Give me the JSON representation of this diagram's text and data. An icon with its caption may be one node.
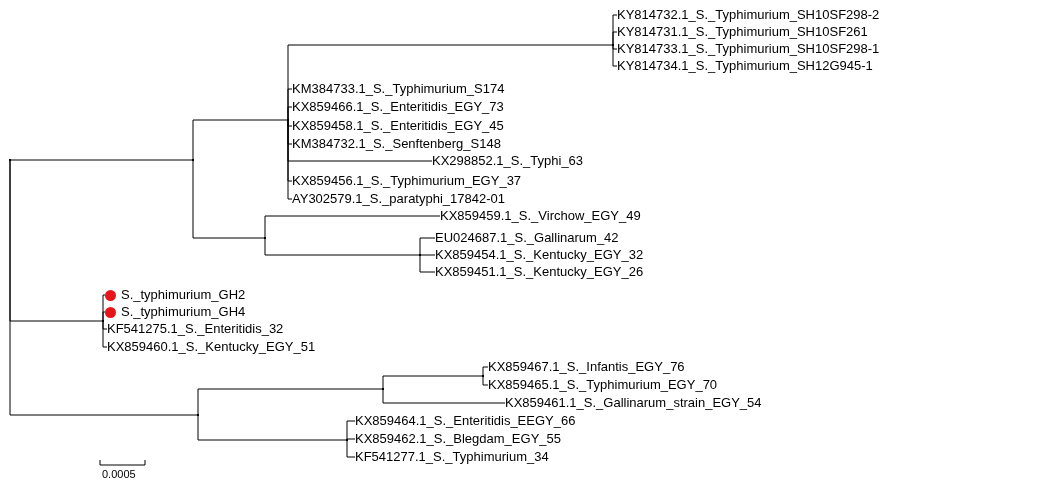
{
  "diagram": {
    "nodes": [
      {
        "text": [],
        "shape": "point"
      },
      {
        "text": [],
        "shape": "point"
      },
      {
        "text": [],
        "shape": "point"
      },
      {
        "text": [],
        "shape": "point"
      },
      {
        "text": [
          "KY814732.1_S._Typhimurium_SH10SF298-2"
        ]
      },
      {
        "text": [
          "KY814731.1_S._Typhimurium_SH10SF261"
        ]
      },
      {
        "text": [
          "KY814733.1_S._Typhimurium_SH10SF298-1"
        ]
      },
      {
        "text": [
          "KY814734.1_S._Typhimurium_SH12G945-1"
        ]
      },
      {
        "text": [
          "KM384733.1_S._Typhimurium_S174"
        ]
      },
      {
        "text": [
          "KX859466.1_S._Enteritidis_EGY_73"
        ]
      },
      {
        "text": [
          "KX859458.1_S._Enteritidis_EGY_45"
        ]
      },
      {
        "text": [
          "KM384732.1_S._Senftenberg_S148"
        ]
      },
      {
        "text": [
          "KX298852.1_S._Typhi_63"
        ]
      },
      {
        "text": [
          "KX859456.1_S._Typhimurium_EGY_37"
        ]
      },
      {
        "text": [
          "AY302579.1_S._paratyphi_17842-01"
        ]
      },
      {
        "text": [],
        "shape": "point"
      },
      {
        "text": [
          "KX859459.1_S._Virchow_EGY_49"
        ]
      },
      {
        "text": [],
        "shape": "point"
      },
      {
        "text": [
          "EU024687.1_S._Gallinarum_42"
        ]
      },
      {
        "text": [
          "KX859454.1_S._Kentucky_EGY_32"
        ]
      },
      {
        "text": [
          "KX859451.1_S._Kentucky_EGY_26"
        ]
      },
      {
        "text": [],
        "shape": "point"
      },
      {
        "text": [
          "S._typhimurium_GH2"
        ]
      },
      {
        "text": [
          "S._typhimurium_GH4"
        ]
      },
      {
        "text": [
          "KF541275.1_S._Enteritidis_32"
        ]
      },
      {
        "text": [
          "KX859460.1_S._Kentucky_EGY_51"
        ]
      },
      {
        "text": [],
        "shape": "point"
      },
      {
        "text": [],
        "shape": "point"
      },
      {
        "text": [],
        "shape": "point"
      },
      {
        "text": [
          "KX859467.1_S._Infantis_EGY_76"
        ]
      },
      {
        "text": [
          "KX859465.1_S._Typhimurium_EGY_70"
        ]
      },
      {
        "text": [
          "KX859461.1_S._Gallinarum_strain_EGY_54"
        ]
      },
      {
        "text": [],
        "shape": "point"
      },
      {
        "text": [
          "KX859464.1_S._Enteritidis_EEGY_66"
        ]
      },
      {
        "text": [
          "KX859462.1_S._Blegdam_EGY_55"
        ]
      },
      {
        "text": [
          "KF541277.1_S._Typhimurium_34"
        ]
      }
    ],
    "edges": [
      {
        "from": 0,
        "to": 1,
        "arrow": "none"
      },
      {
        "from": 0,
        "to": 21,
        "arrow": "none"
      },
      {
        "from": 1,
        "to": 2,
        "arrow": "none"
      },
      {
        "from": 1,
        "to": 15,
        "arrow": "none"
      },
      {
        "from": 2,
        "to": 3,
        "arrow": "none"
      },
      {
        "from": 3,
        "to": 4,
        "arrow": "none"
      },
      {
        "from": 3,
        "to": 5,
        "arrow": "none"
      },
      {
        "from": 3,
        "to": 6,
        "arrow": "none"
      },
      {
        "from": 3,
        "to": 7,
        "arrow": "none"
      },
      {
        "from": 2,
        "to": 8,
        "arrow": "none"
      },
      {
        "from": 2,
        "to": 9,
        "arrow": "none"
      },
      {
        "from": 2,
        "to": 10,
        "arrow": "none"
      },
      {
        "from": 2,
        "to": 11,
        "arrow": "none"
      },
      {
        "from": 2,
        "to": 12,
        "arrow": "none"
      },
      {
        "from": 2,
        "to": 13,
        "arrow": "none"
      },
      {
        "from": 2,
        "to": 14,
        "arrow": "none"
      },
      {
        "from": 15,
        "to": 16,
        "arrow": "none"
      },
      {
        "from": 15,
        "to": 17,
        "arrow": "none"
      },
      {
        "from": 17,
        "to": 18,
        "arrow": "none"
      },
      {
        "from": 17,
        "to": 19,
        "arrow": "none"
      },
      {
        "from": 17,
        "to": 20,
        "arrow": "none"
      },
      {
        "from": 21,
        "to": 22,
        "arrow": "none"
      },
      {
        "from": 21,
        "to": 23,
        "arrow": "none"
      },
      {
        "from": 21,
        "to": 24,
        "arrow": "none"
      },
      {
        "from": 21,
        "to": 25,
        "arrow": "none"
      },
      {
        "from": 0,
        "to": 26,
        "arrow": "none"
      },
      {
        "from": 26,
        "to": 27,
        "arrow": "none"
      },
      {
        "from": 26,
        "to": 32,
        "arrow": "none"
      },
      {
        "from": 27,
        "to": 28,
        "arrow": "none"
      },
      {
        "from": 27,
        "to": 31,
        "arrow": "none"
      },
      {
        "from": 28,
        "to": 29,
        "arrow": "none"
      },
      {
        "from": 28,
        "to": 30,
        "arrow": "none"
      },
      {
        "from": 32,
        "to": 33,
        "arrow": "none"
      },
      {
        "from": 32,
        "to": 34,
        "arrow": "none"
      },
      {
        "from": 32,
        "to": 35,
        "arrow": "none"
      }
    ],
    "labels": [
      "0.0005"
    ]
  }
}
